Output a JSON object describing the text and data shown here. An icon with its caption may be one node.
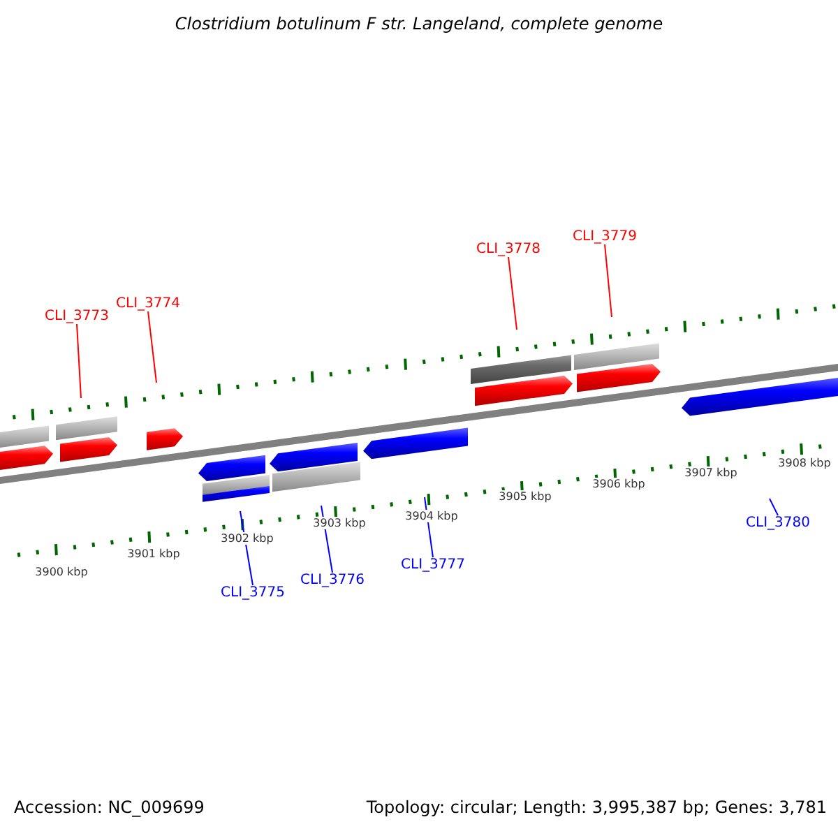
{
  "diagram": {
    "title": "Clostridium botulinum F str. Langeland, complete genome",
    "nodes": [
      {
        "text": [
          "CLI_3773"
        ]
      },
      {
        "text": [
          "CLI_3774"
        ]
      },
      {
        "text": [
          "CLI_3778"
        ]
      },
      {
        "text": [
          "CLI_3779"
        ]
      },
      {
        "text": [
          "CLI_3775"
        ]
      },
      {
        "text": [
          "CLI_3776"
        ]
      },
      {
        "text": [
          "CLI_3777"
        ]
      },
      {
        "text": [
          "CLI_3780"
        ]
      }
    ],
    "edges": [
      {
        "from": 0,
        "to": null,
        "arrow": "none",
        "color": "#ff0000"
      },
      {
        "from": 1,
        "to": null,
        "arrow": "none",
        "color": "#ff0000"
      },
      {
        "from": 2,
        "to": null,
        "arrow": "none",
        "color": "#ff0000"
      },
      {
        "from": 3,
        "to": null,
        "arrow": "none",
        "color": "#ff0000"
      },
      {
        "from": 4,
        "to": null,
        "arrow": "none",
        "color": "#0000ff"
      },
      {
        "from": 5,
        "to": null,
        "arrow": "none",
        "color": "#0000ff"
      },
      {
        "from": 6,
        "to": null,
        "arrow": "none",
        "color": "#0000ff"
      },
      {
        "from": 7,
        "to": null,
        "arrow": "none",
        "color": "#0000ff"
      }
    ],
    "labels": [
      "3900 kbp",
      "3901 kbp",
      "3902 kbp",
      "3903 kbp",
      "3904 kbp",
      "3905 kbp",
      "3906 kbp",
      "3907 kbp",
      "3908 kbp",
      "Accession: NC_009699",
      "Topology: circular; Length: 3,995,387 bp; Genes: 3,781"
    ]
  }
}
